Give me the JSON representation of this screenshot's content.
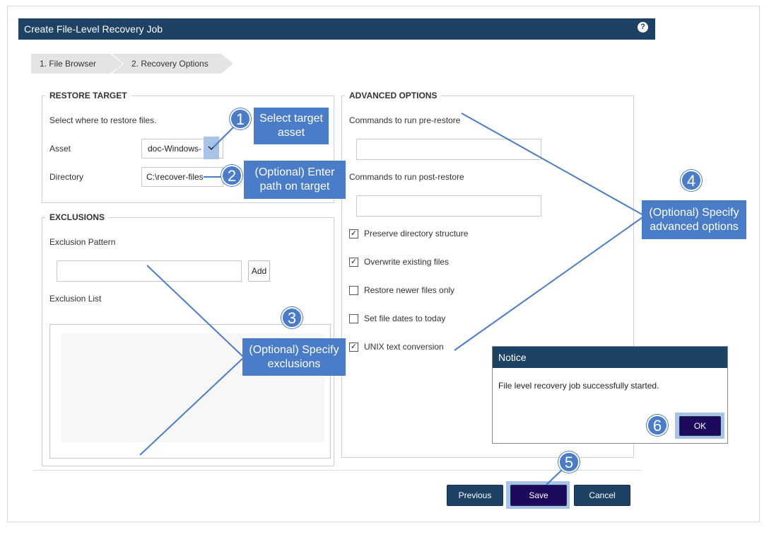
{
  "window": {
    "title": "Create File-Level Recovery Job",
    "help_icon": "?"
  },
  "wizard": {
    "steps": [
      {
        "label": "1. File Browser"
      },
      {
        "label": "2. Recovery Options"
      }
    ]
  },
  "restore_target": {
    "legend": "RESTORE TARGET",
    "description": "Select where to restore files.",
    "asset_label": "Asset",
    "asset_value": "doc-Windows-",
    "directory_label": "Directory",
    "directory_value": "C:\\recover-files"
  },
  "exclusions": {
    "legend": "EXCLUSIONS",
    "pattern_label": "Exclusion Pattern",
    "pattern_value": "",
    "add_label": "Add",
    "list_label": "Exclusion List"
  },
  "advanced": {
    "legend": "ADVANCED OPTIONS",
    "pre_label": "Commands to run pre-restore",
    "pre_value": "",
    "post_label": "Commands to run post-restore",
    "post_value": "",
    "options": [
      {
        "label": "Preserve directory structure",
        "checked": true
      },
      {
        "label": "Overwrite existing files",
        "checked": true
      },
      {
        "label": "Restore newer files only",
        "checked": false
      },
      {
        "label": "Set file dates to today",
        "checked": false
      },
      {
        "label": "UNIX text conversion",
        "checked": true
      }
    ]
  },
  "footer": {
    "previous_label": "Previous",
    "save_label": "Save",
    "cancel_label": "Cancel"
  },
  "notice": {
    "title": "Notice",
    "message": "File level recovery job successfully started.",
    "ok_label": "OK"
  },
  "annotations": [
    {
      "number": "1",
      "text": "Select target asset"
    },
    {
      "number": "2",
      "text": "(Optional) Enter path on target"
    },
    {
      "number": "3",
      "text": "(Optional) Specify exclusions"
    },
    {
      "number": "4",
      "text": "(Optional) Specify advanced options"
    },
    {
      "number": "5",
      "text": ""
    },
    {
      "number": "6",
      "text": ""
    }
  ],
  "colors": {
    "header": "#1d4266",
    "callout": "#4a7cc8",
    "primary_button": "#1d0a5c"
  }
}
